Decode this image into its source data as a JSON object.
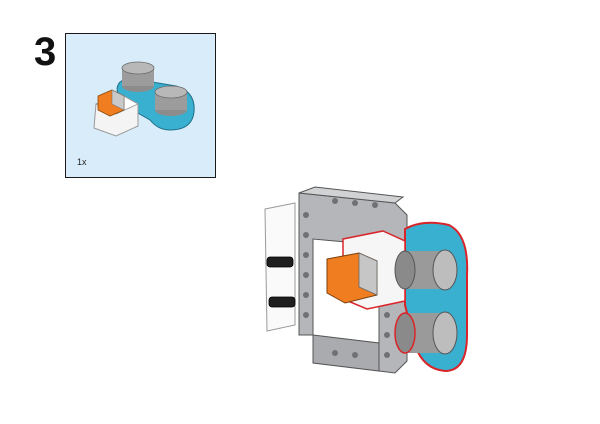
{
  "step": {
    "number": "3"
  },
  "parts_callout": {
    "quantity": "1x",
    "part_icon": "ultrasonic-sensor-part"
  },
  "assembly": {
    "icon": "ultrasonic-sensor-assembly"
  },
  "colors": {
    "callout_bg": "#d8ecf9",
    "sensor_blue": "#3ab0d0",
    "connector_orange": "#f07d1f",
    "beam_gray": "#a7a9ac",
    "outline_red": "#d9252a"
  }
}
